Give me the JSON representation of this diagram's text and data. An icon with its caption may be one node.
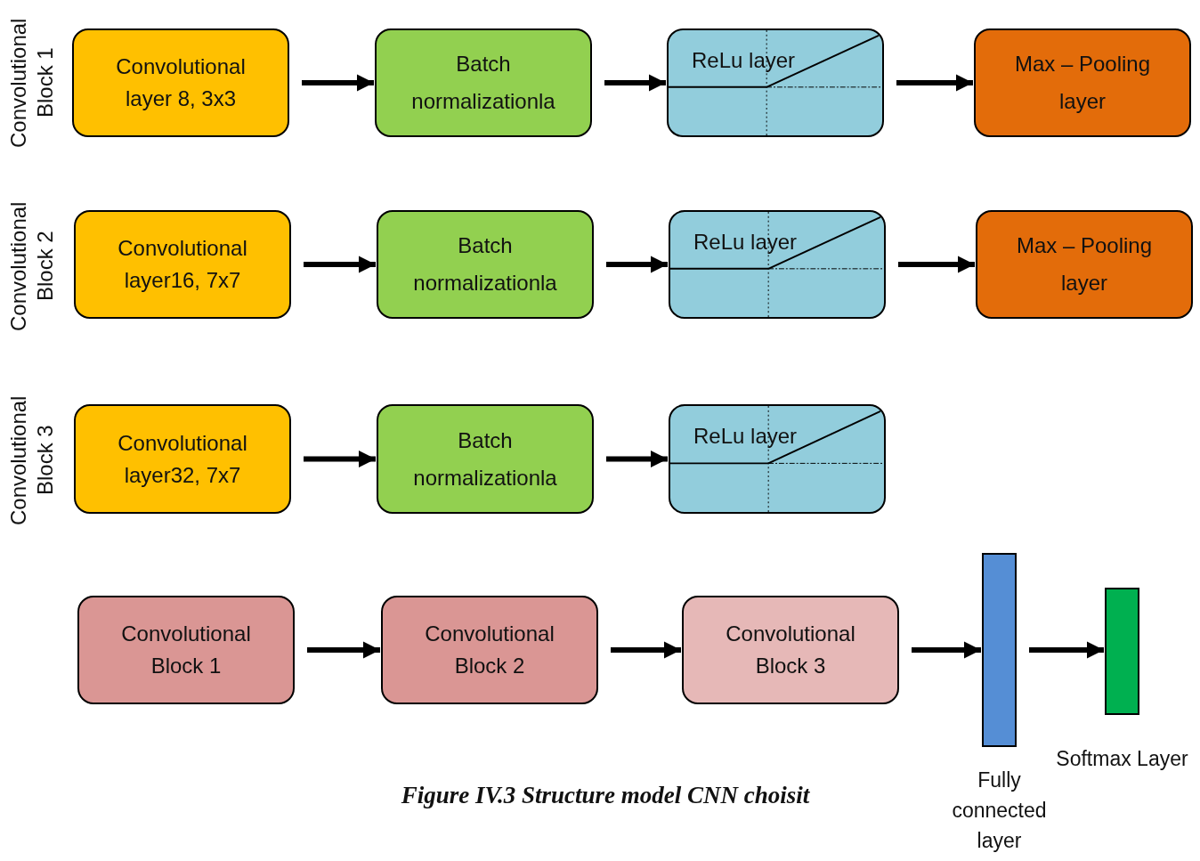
{
  "diagram": {
    "caption": "Figure IV.3 Structure model CNN choisit",
    "nodes": [
      {
        "text": [
          "Convolutional layer 8, 3x3"
        ]
      },
      {
        "text": [
          "Batch normalizationla"
        ]
      },
      {
        "text": [
          "ReLu layer"
        ]
      },
      {
        "text": [
          "Max – Pooling layer"
        ]
      },
      {
        "text": [
          "Convolutional layer16, 7x7"
        ]
      },
      {
        "text": [
          "Batch normalizationla"
        ]
      },
      {
        "text": [
          "ReLu layer"
        ]
      },
      {
        "text": [
          "Max – Pooling layer"
        ]
      },
      {
        "text": [
          "Convolutional layer32, 7x7"
        ]
      },
      {
        "text": [
          "Batch normalizationla"
        ]
      },
      {
        "text": [
          "ReLu layer"
        ]
      },
      {
        "text": [
          "Convolutional Block 1"
        ]
      },
      {
        "text": [
          "Convolutional Block 2"
        ]
      },
      {
        "text": [
          "Convolutional Block 3"
        ]
      },
      {
        "text": [],
        "shape": "bar",
        "beside": [
          "Fully connected layer"
        ]
      },
      {
        "text": [],
        "shape": "bar",
        "beside": [
          "Softmax Layer"
        ]
      }
    ],
    "edges": [
      {
        "from": 0,
        "to": 1,
        "arrow": "to"
      },
      {
        "from": 1,
        "to": 2,
        "arrow": "to"
      },
      {
        "from": 2,
        "to": 3,
        "arrow": "to"
      },
      {
        "from": 4,
        "to": 5,
        "arrow": "to"
      },
      {
        "from": 5,
        "to": 6,
        "arrow": "to"
      },
      {
        "from": 6,
        "to": 7,
        "arrow": "to"
      },
      {
        "from": 8,
        "to": 9,
        "arrow": "to"
      },
      {
        "from": 9,
        "to": 10,
        "arrow": "to"
      },
      {
        "from": 11,
        "to": 12,
        "arrow": "to"
      },
      {
        "from": 12,
        "to": 13,
        "arrow": "to"
      },
      {
        "from": 13,
        "to": 14,
        "arrow": "to"
      },
      {
        "from": 14,
        "to": 15,
        "arrow": "to"
      }
    ],
    "labels": [
      "Convolutional Block 1",
      "Convolutional Block 2",
      "Convolutional Block 3"
    ]
  }
}
